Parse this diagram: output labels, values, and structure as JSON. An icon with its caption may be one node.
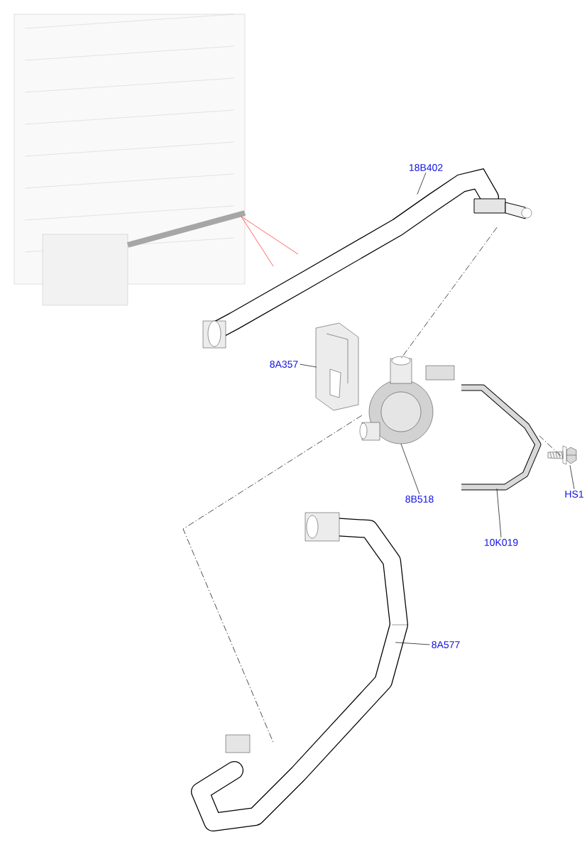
{
  "diagram": {
    "nodes": [
      {
        "text": [
          "18B402"
        ]
      },
      {
        "text": [],
        "shape": "picture"
      },
      {
        "text": [
          "8A357"
        ]
      },
      {
        "text": [],
        "shape": "picture"
      },
      {
        "text": [
          "8B518"
        ]
      },
      {
        "text": [],
        "shape": "picture"
      },
      {
        "text": [
          "HS1"
        ]
      },
      {
        "text": [],
        "shape": "picture"
      },
      {
        "text": [
          "10K019"
        ]
      },
      {
        "text": [],
        "shape": "picture"
      },
      {
        "text": [
          "8A577"
        ]
      },
      {
        "text": [],
        "shape": "picture"
      }
    ],
    "edges": [
      {
        "from": 0,
        "to": 1,
        "arrow": "none"
      },
      {
        "from": 2,
        "to": 3,
        "arrow": "none"
      },
      {
        "from": 4,
        "to": 5,
        "arrow": "none"
      },
      {
        "from": 6,
        "to": 7,
        "arrow": "none"
      },
      {
        "from": 8,
        "to": 9,
        "arrow": "none"
      },
      {
        "from": 10,
        "to": 11,
        "arrow": "none"
      },
      {
        "from": 1,
        "to": 5,
        "arrow": "none",
        "style": "dashed"
      },
      {
        "from": 5,
        "to": 11,
        "arrow": "none",
        "style": "dashed"
      },
      {
        "from": 7,
        "to": 9,
        "arrow": "none",
        "style": "dashed"
      }
    ]
  }
}
